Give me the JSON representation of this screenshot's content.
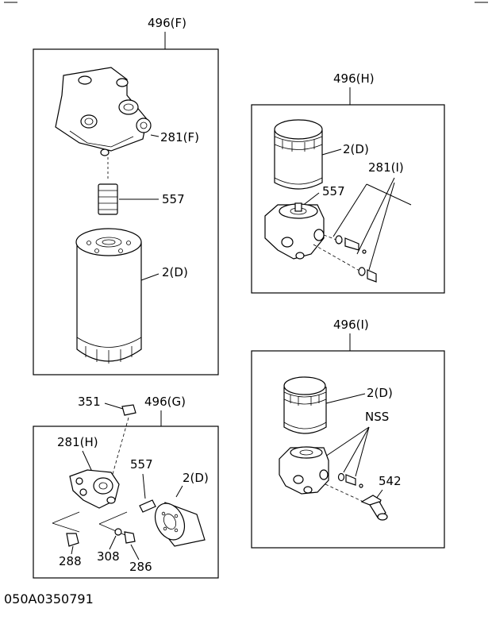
{
  "footer_code": "050A0350791",
  "panels": {
    "f": {
      "title": "496(F)",
      "labels": {
        "head": "281(F)",
        "nipple": "557",
        "filter": "2(D)"
      }
    },
    "h": {
      "title": "496(H)",
      "labels": {
        "filter": "2(D)",
        "fittings": "281(I)",
        "nipple": "557"
      }
    },
    "g": {
      "title": "496(G)",
      "labels": {
        "bolt_top": "351",
        "head": "281(H)",
        "nipple": "557",
        "filter": "2(D)",
        "bolt": "288",
        "washer": "308",
        "plug": "286"
      }
    },
    "i": {
      "title": "496(I)",
      "labels": {
        "filter": "2(D)",
        "nss": "NSS",
        "elbow": "542"
      }
    }
  }
}
